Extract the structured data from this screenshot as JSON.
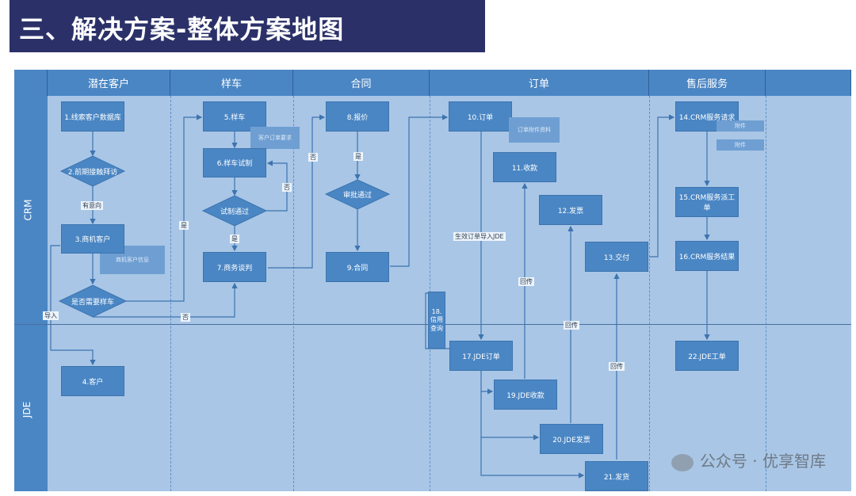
{
  "title": "三、解决方案-整体方案地图",
  "lanes": [
    "潜在客户",
    "样车",
    "合同",
    "订单",
    "售后服务",
    ""
  ],
  "rows": [
    "CRM",
    "JDE"
  ],
  "nodes": {
    "n1": "1.线索客户数据库",
    "n2": "2.前期接触拜访",
    "n3": "3.商机客户",
    "n4": "4.客户",
    "n5": "5.样车",
    "n6": "6.样车试制",
    "n7": "7.商务谈判",
    "n8": "8.报价",
    "n9": "9.合同",
    "n10": "10.订单",
    "n11": "11.收款",
    "n12": "12.发票",
    "n13": "13.交付",
    "n14": "14.CRM服务请求",
    "n15": "15.CRM服务派工单",
    "n16": "16.CRM服务结果",
    "n17": "17.JDE订单",
    "n18": "18.信用查询",
    "n19": "19.JDE收款",
    "n20": "20.JDE发票",
    "n21": "21.发货",
    "n22": "22.JDE工单",
    "test": "试制通过",
    "approve": "审批通过",
    "need": "是否需要样车"
  },
  "docs": {
    "d1": "客户订单要求",
    "d2": "商机客户信息",
    "d3": "订单附件资料",
    "d4": "附件",
    "d5": "附件"
  },
  "edge_labels": {
    "has_intent": "有意向",
    "import": "导入",
    "yes_a": "是",
    "yes_b": "是",
    "yes_c": "是",
    "no_a": "否",
    "no_b": "否",
    "no_c": "否",
    "gen": "生效订单导入JDE",
    "back1": "回传",
    "back2": "回传",
    "back3": "回传"
  },
  "watermark": "公众号 · 优享智库",
  "colors": {
    "header": "#2b3168",
    "lane": "#4a86c4",
    "board": "#a9c6e6",
    "box": "#4a86c4"
  }
}
